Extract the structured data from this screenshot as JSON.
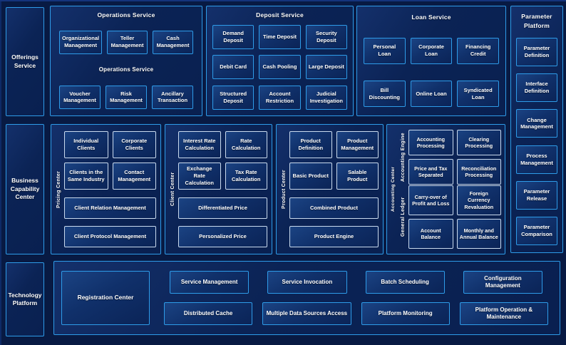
{
  "colors": {
    "background": "#081a43",
    "panel_fill": "#0b2355",
    "border_blue": "#2e9ce9",
    "border_pale": "#c9daee",
    "text": "#ffffff"
  },
  "sidebar": {
    "items": [
      {
        "label": "Offerings Service"
      },
      {
        "label": "Business Capability Center"
      },
      {
        "label": "Technology Platform"
      }
    ]
  },
  "operations": {
    "title": "Operations Service",
    "subtitle": "Operations Service",
    "row1": [
      "Organizational Management",
      "Teller Management",
      "Cash Management"
    ],
    "row2": [
      "Voucher Management",
      "Risk Management",
      "Ancillary Transaction"
    ]
  },
  "deposit": {
    "title": "Deposit Service",
    "row1": [
      "Demand Deposit",
      "Time Deposit",
      "Security Deposit"
    ],
    "row2": [
      "Debit Card",
      "Cash Pooling",
      "Large Deposit"
    ],
    "row3": [
      "Structured Deposit",
      "Account Restriction",
      "Judicial Investigation"
    ]
  },
  "loan": {
    "title": "Loan Service",
    "row1": [
      "Personal Loan",
      "Corporate Loan",
      "Financing Credit"
    ],
    "row2": [
      "Bill Discounting",
      "Online Loan",
      "Syndicated Loan"
    ]
  },
  "parameter": {
    "title": "Parameter Platform",
    "boxes": [
      "Parameter Definition",
      "Interface Definition",
      "Change Management",
      "Process Management",
      "Parameter Release",
      "Parameter Comparison"
    ]
  },
  "pricing_center": {
    "label": "Pricing Center",
    "small": [
      "Individual Clients",
      "Corporate Clients",
      "Clients in the Same Industry",
      "Contact Management"
    ],
    "wide": [
      "Client Relation Management",
      "Client Protocol Management"
    ]
  },
  "client_center": {
    "label": "Client Center",
    "small": [
      "Interest Rate Calculation",
      "Rate Calculation",
      "Exchange Rate Calculation",
      "Tax Rate Calculation"
    ],
    "wide": [
      "Differentiated Price",
      "Personalized Price"
    ]
  },
  "product_center": {
    "label": "Product Center",
    "small": [
      "Product Definition",
      "Product Management",
      "Basic Product",
      "Salable Product"
    ],
    "wide": [
      "Combined Product",
      "Product Engine"
    ]
  },
  "accounting_center": {
    "label": "Accounting Center",
    "groups": [
      {
        "label": "Accounting Engine",
        "boxes": [
          "Accounting Processing",
          "Clearing Processing",
          "Price and Tax Separated",
          "Reconciliation Processing"
        ]
      },
      {
        "label": "General Ledger",
        "boxes": [
          "Carry-over of Profit and Loss",
          "Foreign Currency Revaluation",
          "Account Balance",
          "Monthly and Annual Balance"
        ]
      }
    ]
  },
  "technology": {
    "registration": "Registration Center",
    "row1": [
      "Service Management",
      "Service Invocation",
      "Batch Scheduling",
      "Configuration Management"
    ],
    "row2": [
      "Distributed Cache",
      "Multiple Data Sources Access",
      "Platform Monitoring",
      "Platform Operation & Maintenance"
    ]
  }
}
